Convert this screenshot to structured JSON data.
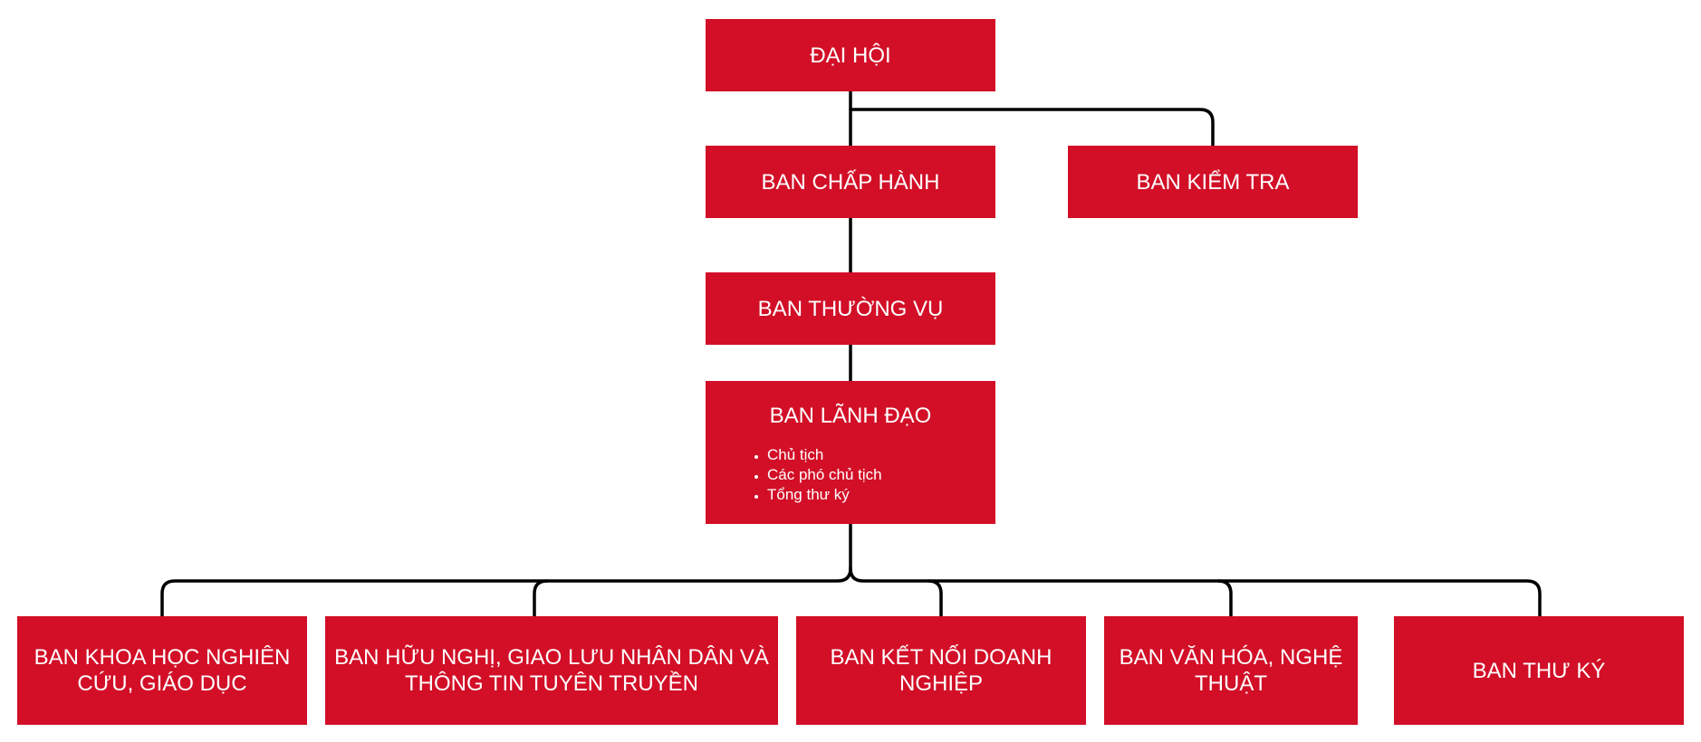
{
  "colors": {
    "box_fill": "#d20f27",
    "box_text": "#ffffff",
    "connector": "#000000"
  },
  "nodes": {
    "dai_hoi": "ĐẠI HỘI",
    "ban_chap_hanh": "BAN CHẤP HÀNH",
    "ban_kiem_tra": "BAN KIỂM TRA",
    "ban_thuong_vu": "BAN THƯỜNG VỤ",
    "ban_lanh_dao": {
      "title": "BAN LÃNH ĐẠO",
      "members": [
        "Chủ tịch",
        "Các phó chủ tịch",
        "Tổng thư ký"
      ]
    },
    "departments": [
      "BAN KHOA HỌC NGHIÊN CỨU, GIÁO DỤC",
      "BAN HỮU NGHỊ, GIAO LƯU NHÂN DÂN VÀ THÔNG TIN TUYÊN TRUYỀN",
      "BAN KẾT NỐI DOANH NGHIỆP",
      "BAN VĂN HÓA, NGHỆ THUẬT",
      "BAN THƯ KÝ"
    ]
  }
}
